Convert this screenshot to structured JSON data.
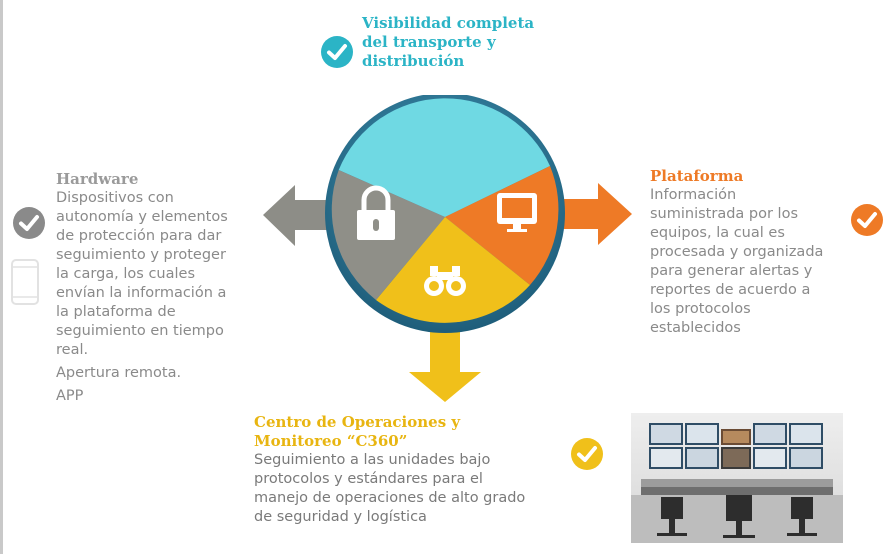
{
  "top": {
    "title_lines": [
      "Visibilidad completa",
      "del transporte y",
      "distribución"
    ]
  },
  "hardware": {
    "title": "Hardware",
    "lines": [
      "Dispositivos con",
      "autonomía y elementos",
      "de protección para dar",
      "seguimiento y proteger",
      "la carga, los cuales",
      "envían la información a",
      "la plataforma de",
      "seguimiento en tiempo",
      "real."
    ],
    "extra1": "Apertura remota.",
    "extra2": "APP"
  },
  "plataforma": {
    "title": "Plataforma",
    "lines": [
      "Información",
      "suministrada por los",
      "equipos, la cual es",
      "procesada y organizada",
      "para generar alertas y",
      "reportes de acuerdo a",
      "los protocolos",
      "establecidos"
    ]
  },
  "centro": {
    "title_lines": [
      "Centro de Operaciones y",
      "Monitoreo “C360”"
    ],
    "lines": [
      "Seguimiento a las unidades  bajo",
      "protocolos y estándares para el",
      "manejo de operaciones de alto grado",
      "de seguridad y logística"
    ]
  },
  "colors": {
    "teal": "#6fd9e3",
    "gray": "#8f8f88",
    "orange": "#ee7a26",
    "yellow": "#f0c01a",
    "ring": "#2a6f8e"
  },
  "icons": {
    "top_check": "check-circle-icon",
    "hardware_check": "check-circle-icon",
    "plataforma_check": "check-circle-icon",
    "centro_check": "check-circle-icon",
    "lock": "lock-icon",
    "monitor": "monitor-icon",
    "binoculars": "binoculars-icon",
    "phone": "phone-outline-icon",
    "photo": "control-room-photo"
  }
}
